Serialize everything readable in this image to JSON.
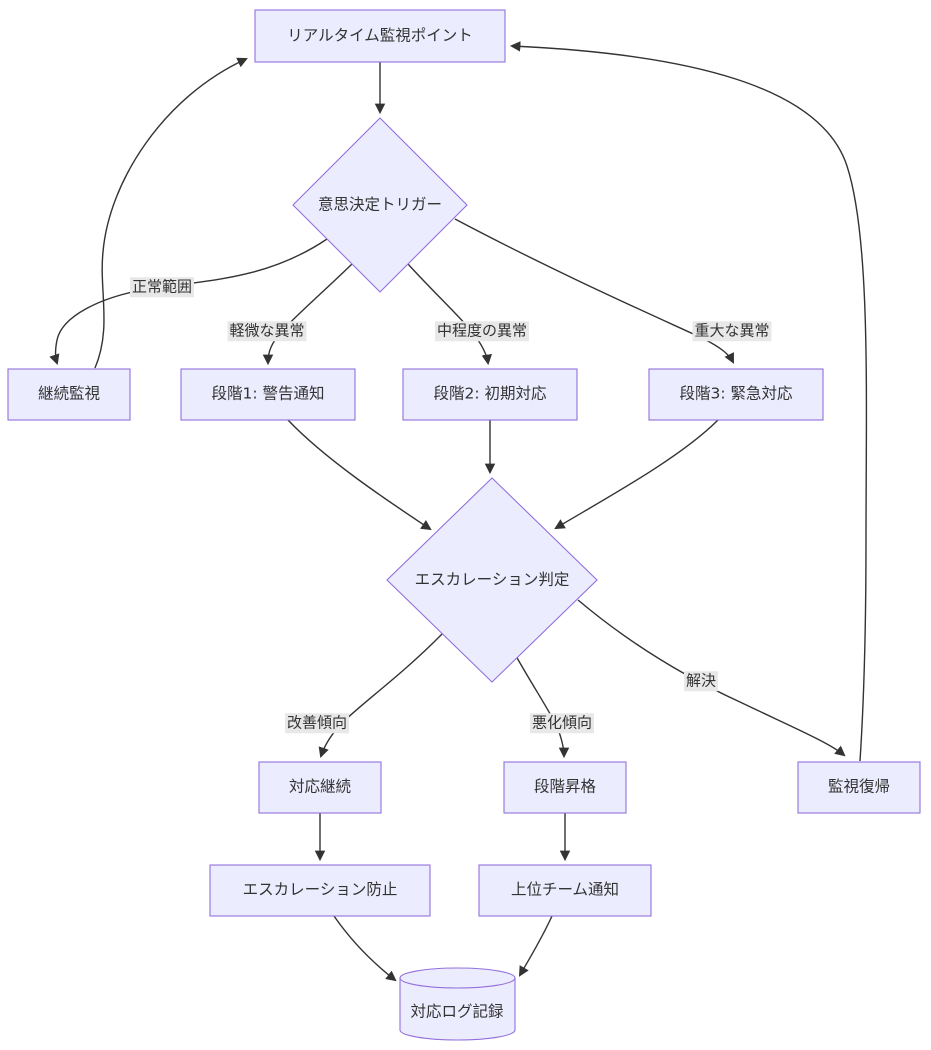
{
  "diagram": {
    "type": "flowchart",
    "direction": "top-down",
    "colors": {
      "node_fill": "#ECECFF",
      "node_border": "#9370DB",
      "edge_stroke": "#333333",
      "edge_label_background": "#e8e8e8",
      "text": "#333333",
      "background": "#ffffff"
    },
    "nodes": {
      "monitor_point": {
        "label": "リアルタイム監視ポイント",
        "shape": "rectangle"
      },
      "decision_trigger": {
        "label": "意思決定トリガー",
        "shape": "diamond"
      },
      "continue_monitoring": {
        "label": "継続監視",
        "shape": "rectangle"
      },
      "stage1_warning": {
        "label": "段階1: 警告通知",
        "shape": "rectangle"
      },
      "stage2_initial": {
        "label": "段階2: 初期対応",
        "shape": "rectangle"
      },
      "stage3_emergency": {
        "label": "段階3: 緊急対応",
        "shape": "rectangle"
      },
      "escalation_check": {
        "label": "エスカレーション判定",
        "shape": "diamond"
      },
      "response_continue": {
        "label": "対応継続",
        "shape": "rectangle"
      },
      "stage_upgrade": {
        "label": "段階昇格",
        "shape": "rectangle"
      },
      "monitor_restore": {
        "label": "監視復帰",
        "shape": "rectangle"
      },
      "escalation_prevent": {
        "label": "エスカレーション防止",
        "shape": "rectangle"
      },
      "upper_team_notice": {
        "label": "上位チーム通知",
        "shape": "rectangle"
      },
      "response_log": {
        "label": "対応ログ記録",
        "shape": "cylinder"
      }
    },
    "edges": [
      {
        "from": "monitor_point",
        "to": "decision_trigger",
        "label": ""
      },
      {
        "from": "decision_trigger",
        "to": "continue_monitoring",
        "label": "正常範囲"
      },
      {
        "from": "continue_monitoring",
        "to": "monitor_point",
        "label": ""
      },
      {
        "from": "decision_trigger",
        "to": "stage1_warning",
        "label": "軽微な異常"
      },
      {
        "from": "decision_trigger",
        "to": "stage2_initial",
        "label": "中程度の異常"
      },
      {
        "from": "decision_trigger",
        "to": "stage3_emergency",
        "label": "重大な異常"
      },
      {
        "from": "stage1_warning",
        "to": "escalation_check",
        "label": ""
      },
      {
        "from": "stage2_initial",
        "to": "escalation_check",
        "label": ""
      },
      {
        "from": "stage3_emergency",
        "to": "escalation_check",
        "label": ""
      },
      {
        "from": "escalation_check",
        "to": "response_continue",
        "label": "改善傾向"
      },
      {
        "from": "escalation_check",
        "to": "stage_upgrade",
        "label": "悪化傾向"
      },
      {
        "from": "escalation_check",
        "to": "monitor_restore",
        "label": "解決"
      },
      {
        "from": "response_continue",
        "to": "escalation_prevent",
        "label": ""
      },
      {
        "from": "stage_upgrade",
        "to": "upper_team_notice",
        "label": ""
      },
      {
        "from": "escalation_prevent",
        "to": "response_log",
        "label": ""
      },
      {
        "from": "upper_team_notice",
        "to": "response_log",
        "label": ""
      },
      {
        "from": "monitor_restore",
        "to": "monitor_point",
        "label": ""
      }
    ]
  }
}
